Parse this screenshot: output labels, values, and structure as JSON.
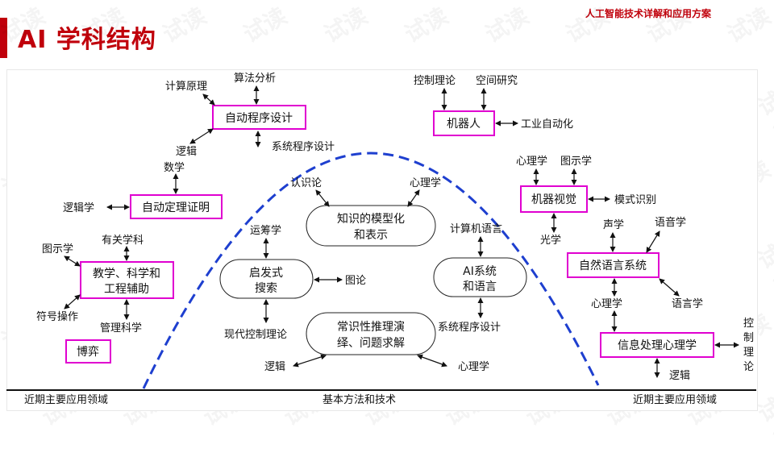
{
  "header": {
    "title": "AI 学科结构",
    "right_text": "人工智能技术详解和应用方案"
  },
  "colors": {
    "accent": "#c0000b",
    "box_border": "#e000d0",
    "arc": "#1e3fcf"
  },
  "watermark": "试读",
  "left": {
    "program_design": "自动程序设计",
    "calc_principle": "计算原理",
    "algo_analysis": "算法分析",
    "logic": "逻辑",
    "system_design": "系统程序设计",
    "math": "数学",
    "logicology": "逻辑学",
    "theorem_proving": "自动定理证明",
    "related_subjects": "有关学科",
    "graphics": "图示学",
    "aid_line1": "教学、科学和",
    "aid_line2": "工程辅助",
    "symbol_ops": "符号操作",
    "mgmt_science": "管理科学",
    "game": "博弈"
  },
  "center": {
    "cognition": "认识论",
    "psychology_top": "心理学",
    "knowledge_line1": "知识的模型化",
    "knowledge_line2": "和表示",
    "operations": "运筹学",
    "heuristic_line1": "启发式",
    "heuristic_line2": "搜索",
    "graph_theory": "图论",
    "comp_lang": "计算机语言",
    "ai_sys_line1": "AI系统",
    "ai_sys_line2": "和语言",
    "modern_control": "现代控制理论",
    "reasoning_line1": "常识性推理演",
    "reasoning_line2": "绎、问题求解",
    "sys_prog_design": "系统程序设计",
    "logic_bottom": "逻辑",
    "psychology_bottom": "心理学"
  },
  "right": {
    "control_theory": "控制理论",
    "space_research": "空间研究",
    "robot": "机器人",
    "industrial_auto": "工业自动化",
    "psychology": "心理学",
    "graphics": "图示学",
    "machine_vision": "机器视觉",
    "pattern_recog": "模式识别",
    "optics": "光学",
    "acoustics": "声学",
    "phonetics": "语音学",
    "nls": "自然语言系统",
    "psychology2": "心理学",
    "linguistics": "语言学",
    "info_psych": "信息处理心理学",
    "logic": "逻辑",
    "control_vertical": [
      "控",
      "制",
      "理",
      "论"
    ]
  },
  "baseline": {
    "left": "近期主要应用领域",
    "center": "基本方法和技术",
    "right": "近期主要应用领域"
  }
}
